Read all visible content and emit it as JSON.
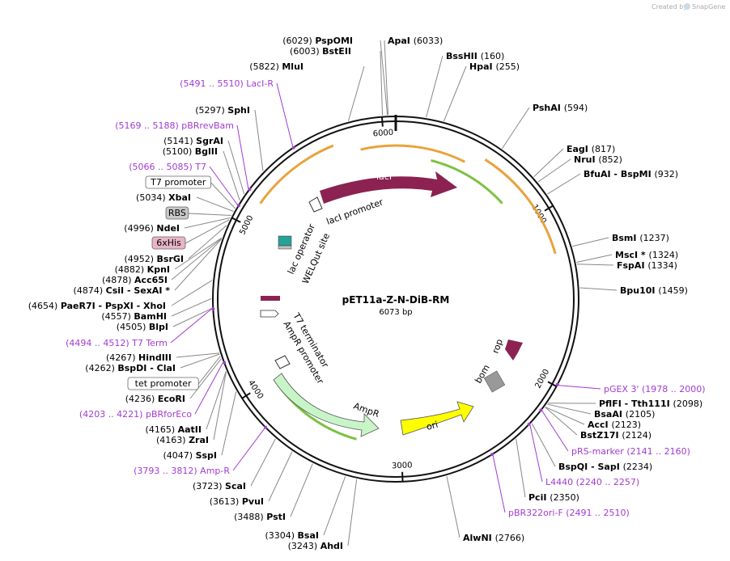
{
  "credit": {
    "text": "Created by",
    "brand": "SnapGene"
  },
  "plasmid": {
    "name": "pET11a-Z-N-DiB-RM",
    "length": "6073 bp",
    "total_bp": 6073
  },
  "ticks": [
    "1000",
    "2000",
    "3000",
    "4000",
    "5000",
    "6000"
  ],
  "sites": [
    {
      "name": "PspOMI",
      "pos": "(6029)",
      "bp": 6029
    },
    {
      "name": "BstEII",
      "pos": "(6003)",
      "bp": 6003
    },
    {
      "name": "MluI",
      "pos": "(5822)",
      "bp": 5822
    },
    {
      "name": "SphI",
      "pos": "(5297)",
      "bp": 5297
    },
    {
      "name": "SgrAI",
      "pos": "(5141)",
      "bp": 5141
    },
    {
      "name": "BglII",
      "pos": "(5100)",
      "bp": 5100
    },
    {
      "name": "XbaI",
      "pos": "(5034)",
      "bp": 5034
    },
    {
      "name": "NdeI",
      "pos": "(4996)",
      "bp": 4996
    },
    {
      "name": "BsrGI",
      "pos": "(4952)",
      "bp": 4952
    },
    {
      "name": "KpnI",
      "pos": "(4882)",
      "bp": 4882
    },
    {
      "name": "Acc65I",
      "pos": "(4878)",
      "bp": 4878
    },
    {
      "name": "CsiI - SexAI *",
      "pos": "(4874)",
      "bp": 4874
    },
    {
      "name": "PaeR7I - PspXI - XhoI",
      "pos": "(4654)",
      "bp": 4654
    },
    {
      "name": "BamHI",
      "pos": "(4557)",
      "bp": 4557
    },
    {
      "name": "BlpI",
      "pos": "(4505)",
      "bp": 4505
    },
    {
      "name": "HindIII",
      "pos": "(4267)",
      "bp": 4267
    },
    {
      "name": "BspDI - ClaI",
      "pos": "(4262)",
      "bp": 4262
    },
    {
      "name": "EcoRI",
      "pos": "(4236)",
      "bp": 4236
    },
    {
      "name": "AatII",
      "pos": "(4165)",
      "bp": 4165
    },
    {
      "name": "ZraI",
      "pos": "(4163)",
      "bp": 4163
    },
    {
      "name": "SspI",
      "pos": "(4047)",
      "bp": 4047
    },
    {
      "name": "ScaI",
      "pos": "(3723)",
      "bp": 3723
    },
    {
      "name": "PvuI",
      "pos": "(3613)",
      "bp": 3613
    },
    {
      "name": "PstI",
      "pos": "(3488)",
      "bp": 3488
    },
    {
      "name": "BsaI",
      "pos": "(3304)",
      "bp": 3304
    },
    {
      "name": "AhdI",
      "pos": "(3243)",
      "bp": 3243
    },
    {
      "name": "ApaI",
      "pos": "(6033)",
      "bp": 6033
    },
    {
      "name": "BssHII",
      "pos": "(160)",
      "bp": 160
    },
    {
      "name": "HpaI",
      "pos": "(255)",
      "bp": 255
    },
    {
      "name": "PshAI",
      "pos": "(594)",
      "bp": 594
    },
    {
      "name": "EagI",
      "pos": "(817)",
      "bp": 817
    },
    {
      "name": "NruI",
      "pos": "(852)",
      "bp": 852
    },
    {
      "name": "BfuAI - BspMI",
      "pos": "(932)",
      "bp": 932
    },
    {
      "name": "BsmI",
      "pos": "(1237)",
      "bp": 1237
    },
    {
      "name": "MscI *",
      "pos": "(1324)",
      "bp": 1324
    },
    {
      "name": "FspAI",
      "pos": "(1334)",
      "bp": 1334
    },
    {
      "name": "Bpu10I",
      "pos": "(1459)",
      "bp": 1459
    },
    {
      "name": "PflFI - Tth111I",
      "pos": "(2098)",
      "bp": 2098
    },
    {
      "name": "BsaAI",
      "pos": "(2105)",
      "bp": 2105
    },
    {
      "name": "AccI",
      "pos": "(2123)",
      "bp": 2123
    },
    {
      "name": "BstZ17I",
      "pos": "(2124)",
      "bp": 2124
    },
    {
      "name": "BspQI - SapI",
      "pos": "(2234)",
      "bp": 2234
    },
    {
      "name": "PciI",
      "pos": "(2350)",
      "bp": 2350
    },
    {
      "name": "AlwNI",
      "pos": "(2766)",
      "bp": 2766
    }
  ],
  "primers": [
    {
      "range": "(5491 .. 5510)",
      "name": "LacI-R",
      "bp": 5500
    },
    {
      "range": "(5169 .. 5188)",
      "name": "pBRrevBam",
      "bp": 5178
    },
    {
      "range": "(5066 .. 5085)",
      "name": "T7",
      "bp": 5075
    },
    {
      "range": "(4494 .. 4512)",
      "name": "T7 Term",
      "bp": 4503
    },
    {
      "range": "(4203 .. 4221)",
      "name": "pBRforEco",
      "bp": 4212
    },
    {
      "range": "(3793 .. 3812)",
      "name": "Amp-R",
      "bp": 3802
    },
    {
      "range": "(1978 .. 2000)",
      "name": "pGEX 3'",
      "bp": 1989
    },
    {
      "range": "(2141 .. 2160)",
      "name": "pRS-marker",
      "bp": 2150
    },
    {
      "range": "(2240 .. 2257)",
      "name": "L4440",
      "bp": 2248
    },
    {
      "range": "(2491 .. 2510)",
      "name": "pBR322ori-F",
      "bp": 2500
    }
  ],
  "boxed_features": [
    {
      "label": "T7 promoter",
      "fill": "#ffffff",
      "bp": 5052
    },
    {
      "label": "RBS",
      "fill": "#c8c8c8",
      "bp": 5010
    },
    {
      "label": "6xHis",
      "fill": "#e8b4c8",
      "bp": 4985
    },
    {
      "label": "tet promoter",
      "fill": "#ffffff",
      "bp": 4250
    }
  ],
  "features": [
    {
      "label": "lacI",
      "color": "#8b2252"
    },
    {
      "label": "lacI promoter",
      "color": "#ffffff"
    },
    {
      "label": "lac operator",
      "color": "#2aa198"
    },
    {
      "label": "WELQut site",
      "color": "#c0c0c0"
    },
    {
      "label": "T7 terminator",
      "color": "#ffffff"
    },
    {
      "label": "AmpR promoter",
      "color": "#ffffff"
    },
    {
      "label": "AmpR",
      "color": "#c8f5c8"
    },
    {
      "label": "ori",
      "color": "#ffff00"
    },
    {
      "label": "bom",
      "color": "#999999"
    },
    {
      "label": "rop",
      "color": "#8b2252"
    }
  ],
  "colors": {
    "orange_arc": "#e8a33c",
    "green_arc": "#7cc242",
    "dark_green": "#2e6b1e",
    "primer": "#a23bd1"
  }
}
